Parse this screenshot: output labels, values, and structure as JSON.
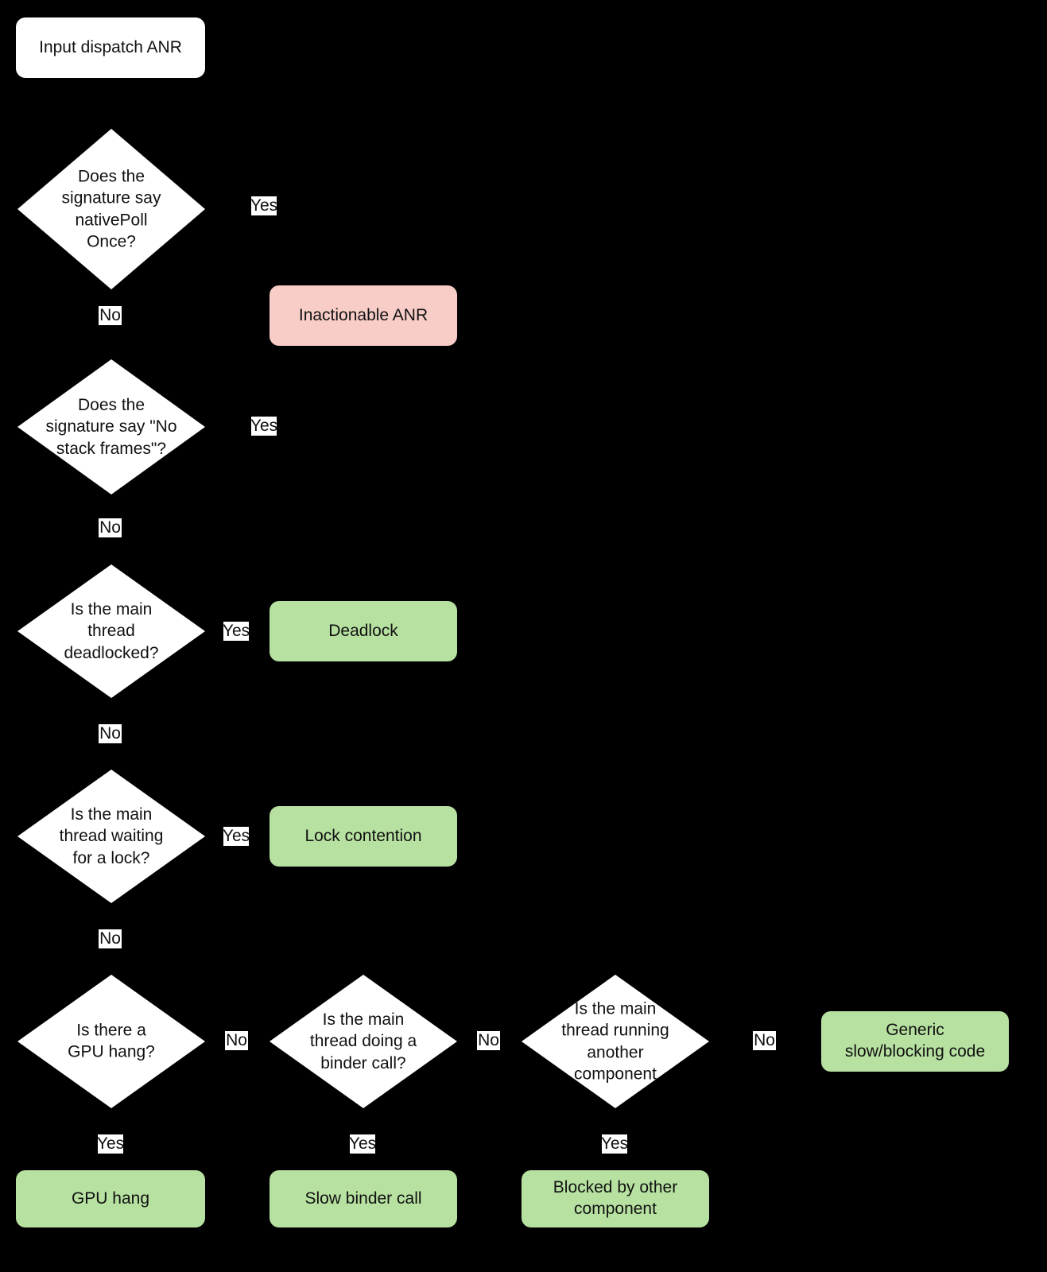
{
  "diagram": {
    "title": "Input dispatch ANR triage flowchart",
    "background_color": "#000000",
    "colors": {
      "process_fill": "#ffffff",
      "inactionable_fill": "#f8cdc8",
      "outcome_fill": "#b7e1a1",
      "text": "#111111",
      "edge_label_fill": "#ffffff"
    }
  },
  "nodes": {
    "start": {
      "label": "Input dispatch ANR",
      "type": "rounded-rect",
      "fill": "#ffffff"
    },
    "q_nativepollonce": {
      "label": "Does the\nsignature say\nnativePoll\nOnce?",
      "type": "diamond",
      "fill": "#ffffff"
    },
    "inactionable": {
      "label": "Inactionable ANR",
      "type": "rounded-rect",
      "fill": "#f8cdc8"
    },
    "q_nostackframes": {
      "label": "Does the\nsignature say \"No\nstack frames\"?",
      "type": "diamond",
      "fill": "#ffffff"
    },
    "q_deadlocked": {
      "label": "Is the main\nthread\ndeadlocked?",
      "type": "diamond",
      "fill": "#ffffff"
    },
    "deadlock": {
      "label": "Deadlock",
      "type": "rounded-rect",
      "fill": "#b7e1a1"
    },
    "q_waiting_lock": {
      "label": "Is the main\nthread waiting\nfor a lock?",
      "type": "diamond",
      "fill": "#ffffff"
    },
    "lock_contention": {
      "label": "Lock contention",
      "type": "rounded-rect",
      "fill": "#b7e1a1"
    },
    "q_gpu_hang": {
      "label": "Is there a\nGPU hang?",
      "type": "diamond",
      "fill": "#ffffff"
    },
    "gpu_hang": {
      "label": "GPU hang",
      "type": "rounded-rect",
      "fill": "#b7e1a1"
    },
    "q_binder_call": {
      "label": "Is the main\nthread doing a\nbinder call?",
      "type": "diamond",
      "fill": "#ffffff"
    },
    "slow_binder_call": {
      "label": "Slow binder call",
      "type": "rounded-rect",
      "fill": "#b7e1a1"
    },
    "q_other_component": {
      "label": "Is the main\nthread running\nanother\ncomponent",
      "type": "diamond",
      "fill": "#ffffff"
    },
    "blocked_by_other": {
      "label": "Blocked by other\ncomponent",
      "type": "rounded-rect",
      "fill": "#b7e1a1"
    },
    "generic_slow": {
      "label": "Generic\nslow/blocking code",
      "type": "rounded-rect",
      "fill": "#b7e1a1"
    }
  },
  "edge_labels": {
    "nativepollonce_yes": "Yes",
    "nativepollonce_no": "No",
    "nostackframes_yes": "Yes",
    "nostackframes_no": "No",
    "deadlocked_yes": "Yes",
    "deadlocked_no": "No",
    "waiting_lock_yes": "Yes",
    "waiting_lock_no": "No",
    "gpu_hang_no": "No",
    "gpu_hang_yes": "Yes",
    "binder_call_no": "No",
    "binder_call_yes": "Yes",
    "other_component_no": "No",
    "other_component_yes": "Yes"
  }
}
